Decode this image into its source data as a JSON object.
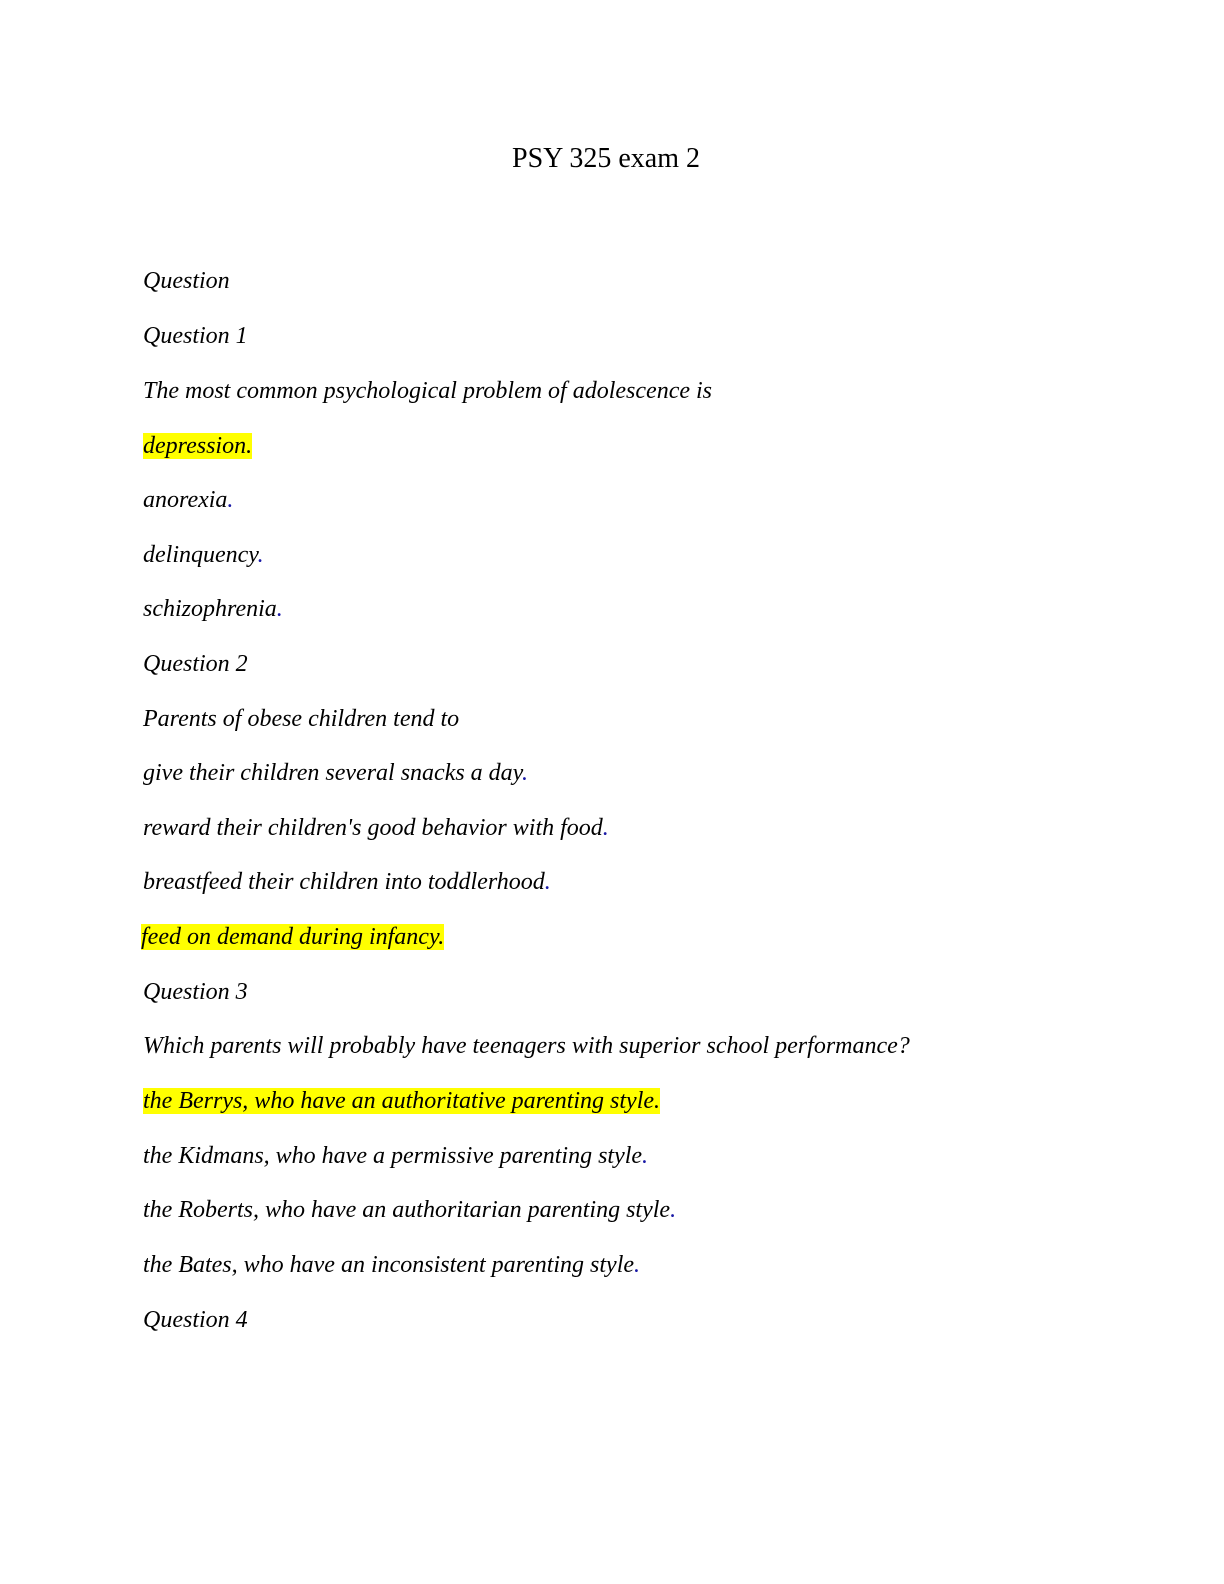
{
  "document": {
    "title": "PSY 325 exam 2",
    "colors": {
      "highlight": "#ffff00",
      "text": "#000000",
      "period_accent": "#1a1aa6"
    },
    "lines": [
      {
        "text": "Question",
        "tail": "",
        "highlight": false
      },
      {
        "text": "Question 1",
        "tail": "",
        "highlight": false
      },
      {
        "text": "The most common psychological problem of adolescence is",
        "tail": "",
        "highlight": false
      },
      {
        "text": "depression.",
        "tail": "",
        "highlight": true
      },
      {
        "text": "anorexia",
        "tail": ".",
        "highlight": false
      },
      {
        "text": "delinquency",
        "tail": ".",
        "highlight": false
      },
      {
        "text": "schizophrenia",
        "tail": ".",
        "highlight": false
      },
      {
        "text": "Question 2",
        "tail": "",
        "highlight": false
      },
      {
        "text": "Parents of obese children tend to",
        "tail": "",
        "highlight": false
      },
      {
        "text": "give their children several snacks a day",
        "tail": ".",
        "highlight": false
      },
      {
        "text": "reward their children's good behavior with food",
        "tail": ".",
        "highlight": false
      },
      {
        "text": "breastfeed their children into toddlerhood",
        "tail": ".",
        "highlight": false
      },
      {
        "text": "feed on demand during infancy.",
        "tail": "",
        "highlight": true
      },
      {
        "text": "Question 3",
        "tail": "",
        "highlight": false
      },
      {
        "text": "Which parents will probably have teenagers with superior school performance?",
        "tail": "",
        "highlight": false
      },
      {
        "text": "the Berrys, who have an authoritative parenting style.",
        "tail": "",
        "highlight": true
      },
      {
        "text": "the Kidmans, who have a permissive parenting style",
        "tail": ".",
        "highlight": false
      },
      {
        "text": "the Roberts, who have an authoritarian parenting style",
        "tail": ".",
        "highlight": false
      },
      {
        "text": "the Bates, who have an inconsistent parenting style",
        "tail": ".",
        "highlight": false
      },
      {
        "text": "Question 4",
        "tail": "",
        "highlight": false
      }
    ]
  }
}
